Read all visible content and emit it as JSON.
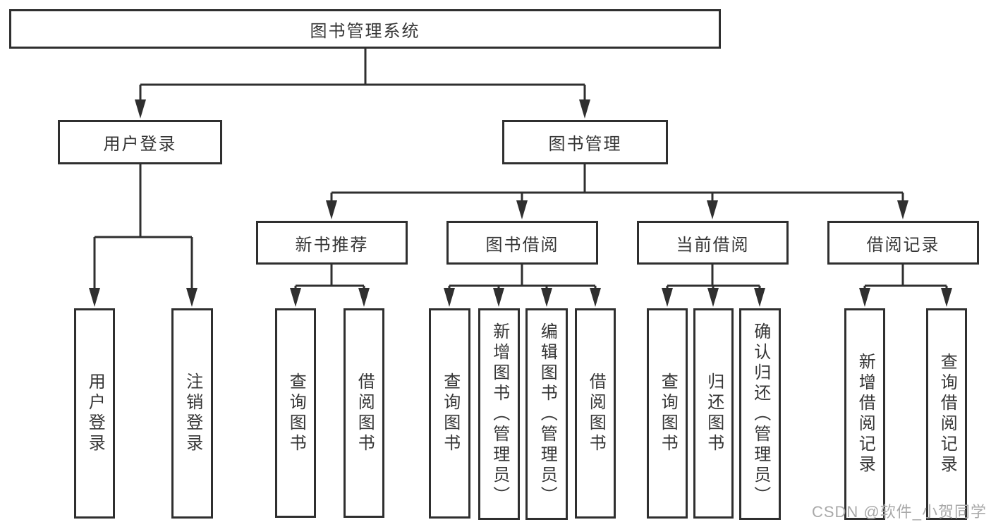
{
  "tree": {
    "root": {
      "label": "图书管理系统"
    },
    "children": [
      {
        "label": "用户登录",
        "children": [
          {
            "label": "用户登录"
          },
          {
            "label": "注销登录"
          }
        ]
      },
      {
        "label": "图书管理",
        "children": [
          {
            "label": "新书推荐",
            "children": [
              {
                "label": "查询图书"
              },
              {
                "label": "借阅图书"
              }
            ]
          },
          {
            "label": "图书借阅",
            "children": [
              {
                "label": "查询图书"
              },
              {
                "label": "新增图书（管理员）"
              },
              {
                "label": "编辑图书（管理员）"
              },
              {
                "label": "借阅图书"
              }
            ]
          },
          {
            "label": "当前借阅",
            "children": [
              {
                "label": "查询图书"
              },
              {
                "label": "归还图书"
              },
              {
                "label": "确认归还（管理员）"
              }
            ]
          },
          {
            "label": "借阅记录",
            "children": [
              {
                "label": "新增借阅记录"
              },
              {
                "label": "查询借阅记录"
              }
            ]
          }
        ]
      }
    ]
  },
  "watermark": {
    "text": "CSDN @软件_小贺同学"
  },
  "colors": {
    "line": "#2f2f2f",
    "box_border": "#2f2f2f",
    "text": "#363636",
    "background": "#ffffff",
    "watermark": "#a9a9a9"
  }
}
